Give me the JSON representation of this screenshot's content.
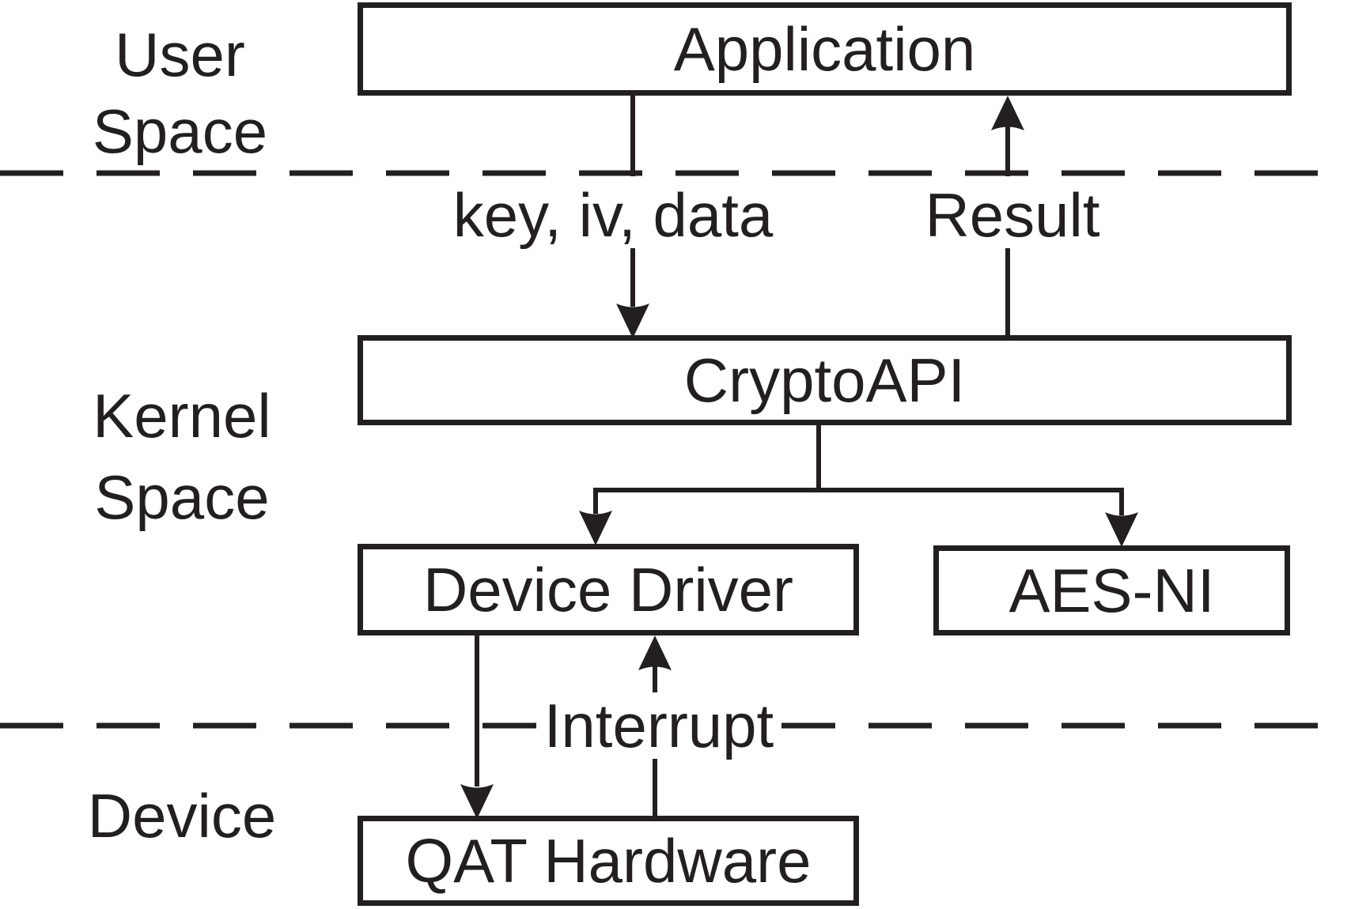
{
  "boxes": {
    "application": "Application",
    "cryptoapi": "CryptoAPI",
    "device_driver": "Device Driver",
    "aes_ni": "AES-NI",
    "qat_hardware": "QAT Hardware"
  },
  "regions": {
    "user_space": [
      "User",
      "Space"
    ],
    "kernel_space": [
      "Kernel",
      "Space"
    ],
    "device": [
      "Device"
    ]
  },
  "edge_labels": {
    "request": "key, iv, data",
    "response": "Result",
    "interrupt": "Interrupt"
  },
  "colors": {
    "ink": "#231f20",
    "background": "#ffffff"
  }
}
